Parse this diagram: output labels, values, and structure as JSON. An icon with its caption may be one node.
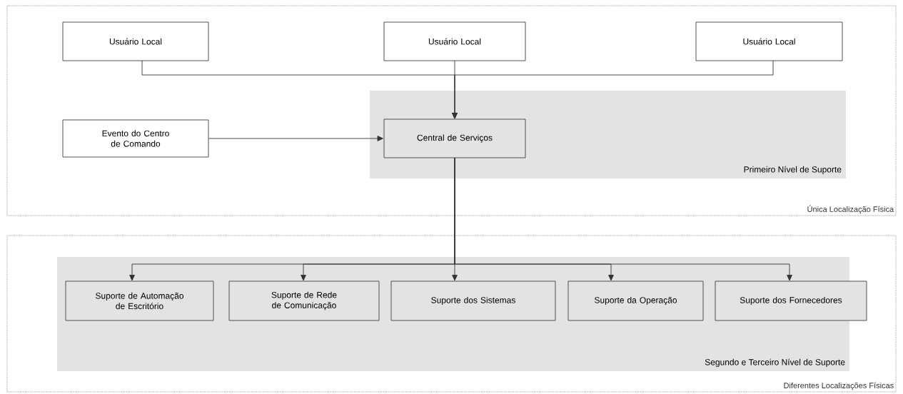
{
  "diagram": {
    "nodes": [
      {
        "text": [
          "Única Localização Física"
        ]
      },
      {
        "text": [
          "Usuário Local"
        ],
        "in": 0
      },
      {
        "text": [
          "Usuário Local"
        ],
        "in": 0
      },
      {
        "text": [
          "Usuário Local"
        ],
        "in": 0
      },
      {
        "text": [
          "Evento do Centro de Comando"
        ],
        "in": 0
      },
      {
        "text": [
          "Primeiro Nível de Suporte"
        ],
        "in": 0
      },
      {
        "text": [
          "Central de Serviços"
        ],
        "in": 5
      },
      {
        "text": [
          "Diferentes Localizações Físicas"
        ]
      },
      {
        "text": [
          "Segundo e Terceiro Nível de Suporte"
        ],
        "in": 7
      },
      {
        "text": [
          "Suporte de Automação de Escritório"
        ],
        "in": 8
      },
      {
        "text": [
          "Suporte de Rede de Comunicação"
        ],
        "in": 8
      },
      {
        "text": [
          "Suporte dos Sistemas"
        ],
        "in": 8
      },
      {
        "text": [
          "Suporte da Operação"
        ],
        "in": 8
      },
      {
        "text": [
          "Suporte dos Fornecedores"
        ],
        "in": 8
      }
    ],
    "edges": [
      {
        "from": 1,
        "to": 6,
        "arrow": "to"
      },
      {
        "from": 2,
        "to": 6,
        "arrow": "to"
      },
      {
        "from": 3,
        "to": 6,
        "arrow": "to"
      },
      {
        "from": 4,
        "to": 6,
        "arrow": "to"
      },
      {
        "from": 6,
        "to": 9,
        "arrow": "to"
      },
      {
        "from": 6,
        "to": 10,
        "arrow": "to"
      },
      {
        "from": 6,
        "to": 11,
        "arrow": "to"
      },
      {
        "from": 6,
        "to": 12,
        "arrow": "to"
      },
      {
        "from": 6,
        "to": 13,
        "arrow": "to"
      }
    ]
  }
}
